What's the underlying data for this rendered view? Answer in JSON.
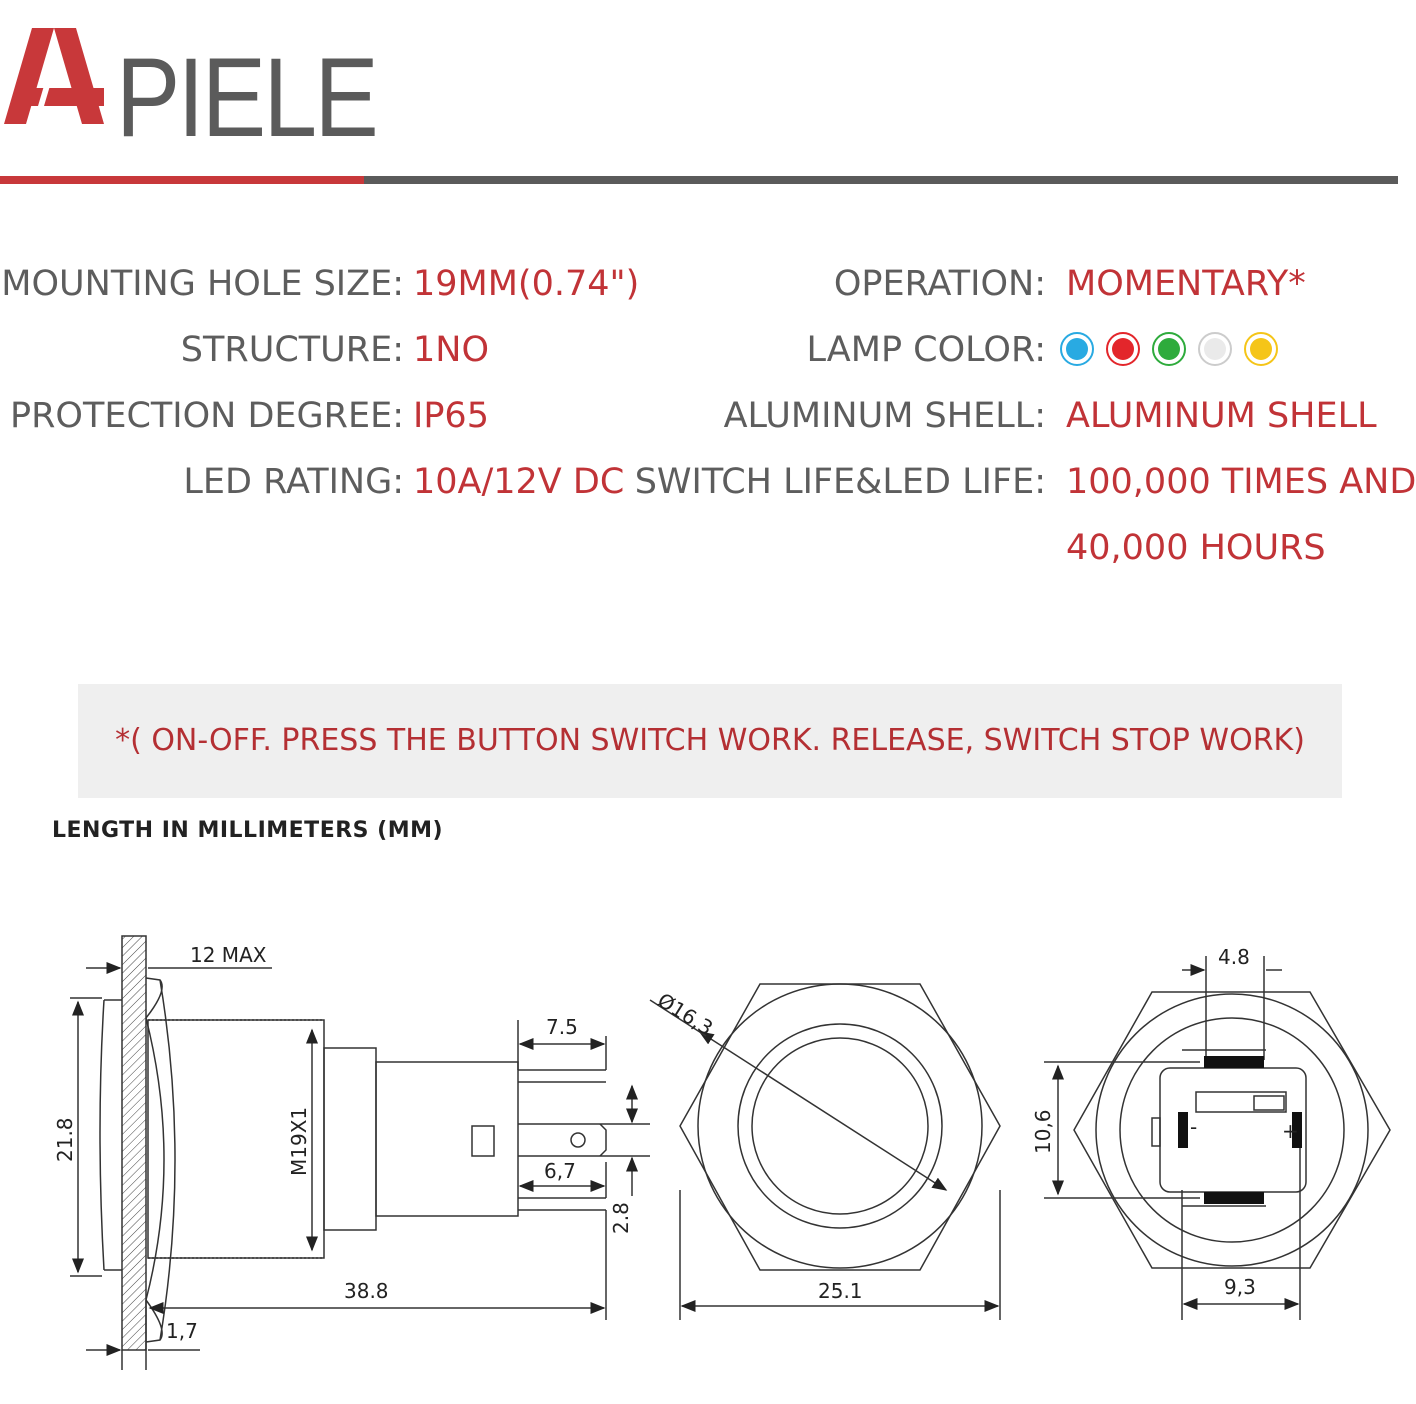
{
  "brand": {
    "name": "PIELE",
    "accent": "#c8383a",
    "gray": "#5b5b5b"
  },
  "specs_left": [
    {
      "label": "MOUNTING HOLE SIZE:",
      "value": "19MM(0.74\")"
    },
    {
      "label": "STRUCTURE:",
      "value": "1NO"
    },
    {
      "label": "PROTECTION DEGREE:",
      "value": "IP65"
    },
    {
      "label": "LED RATING:",
      "value": "10A/12V DC"
    }
  ],
  "specs_right": [
    {
      "label": "OPERATION:",
      "value": "MOMENTARY*"
    },
    {
      "label": "LAMP COLOR:",
      "value": ""
    },
    {
      "label": "ALUMINUM SHELL:",
      "value": "ALUMINUM SHELL"
    },
    {
      "label": "SWITCH LIFE&LED LIFE:",
      "value": "100,000 TIMES AND",
      "value2": "40,000 HOURS"
    }
  ],
  "lamp_colors": [
    {
      "name": "blue",
      "color": "#29aae2"
    },
    {
      "name": "red",
      "color": "#e3262b"
    },
    {
      "name": "green",
      "color": "#2eab3c"
    },
    {
      "name": "white",
      "color": "#eaeaea"
    },
    {
      "name": "yellow",
      "color": "#f5c518"
    }
  ],
  "note": "*( ON-OFF. PRESS THE BUTTON SWITCH WORK. RELEASE, SWITCH STOP WORK)",
  "units_label": "LENGTH IN MILLIMETERS (MM)",
  "dimensions": {
    "max_thickness": "12 MAX",
    "height": "21.8",
    "thread": "M19X1",
    "terminal_len": "7.5",
    "terminal_pitch": "6,7",
    "terminal_width": "2.8",
    "length": "38.8",
    "flange": "1,7",
    "ring_dia": "Ø16,3",
    "hex": "25.1",
    "pin_width": "4.8",
    "pin_spacing": "10,6",
    "lamp_pin_spacing": "9,3"
  }
}
